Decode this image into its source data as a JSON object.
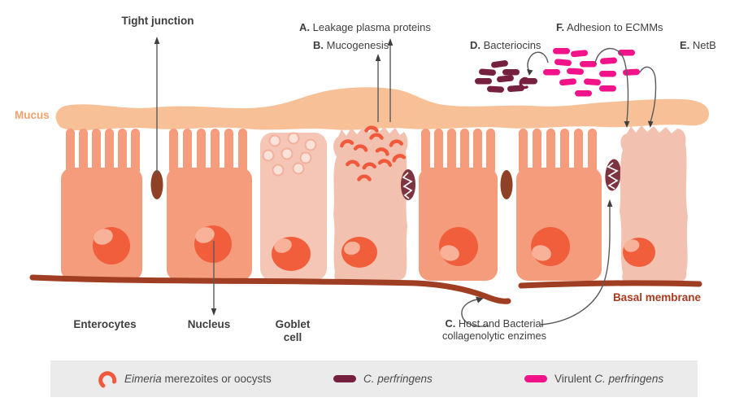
{
  "labels": {
    "tight_junction": "Tight junction",
    "mucus": "Mucus",
    "basal_membrane": "Basal membrane",
    "enterocytes": "Enterocytes",
    "nucleus": "Nucleus",
    "goblet_line1": "Goblet",
    "goblet_line2": "cell"
  },
  "callouts": {
    "a": {
      "prefix": "A.",
      "text": "Leakage plasma proteins"
    },
    "b": {
      "prefix": "B.",
      "text": "Mucogenesis"
    },
    "c": {
      "prefix": "C.",
      "line1": "Host and Bacterial",
      "line2": "collagenolytic enzimes"
    },
    "d": {
      "prefix": "D.",
      "text": "Bacteriocins"
    },
    "e": {
      "prefix": "E.",
      "text": "NetB"
    },
    "f": {
      "prefix": "F.",
      "text": "Adhesion to ECMMs"
    }
  },
  "legend": {
    "items": [
      {
        "icon": "eimeria-crescent-icon",
        "italic": "Eimeria",
        "rest": " merezoites or oocysts"
      },
      {
        "icon": "c-perfringens-rod-icon",
        "italic": "C. perfringens",
        "rest": ""
      },
      {
        "icon": "virulent-c-perfringens-rod-icon",
        "prefix": "Virulent ",
        "italic": "C. perfringens"
      }
    ]
  },
  "colors": {
    "mucus": "#F7C096",
    "mucus_label": "#F0A26E",
    "cell": "#F59C7D",
    "cell_damaged": "#F3C1B0",
    "goblet": "#F5C6B6",
    "vesicle_fill": "#FBE3DA",
    "vesicle_ring": "#F5AF9B",
    "nucleus": "#F15E3C",
    "nucleus_highlight": "#F9B29A",
    "eimeria": "#F0593B",
    "tight_junction": "#8E4126",
    "adhered_microbe": "#7E3340",
    "basal_membrane": "#A03E23",
    "basal_membrane_label": "#A83B20",
    "bacteria_dark": "#76203F",
    "bacteria_pink": "#F2128A",
    "text": "#3E3E3E",
    "legend_bg": "#EBEBEB",
    "legend_text": "#4A4A4A",
    "arrow": "#5A5A5A"
  }
}
